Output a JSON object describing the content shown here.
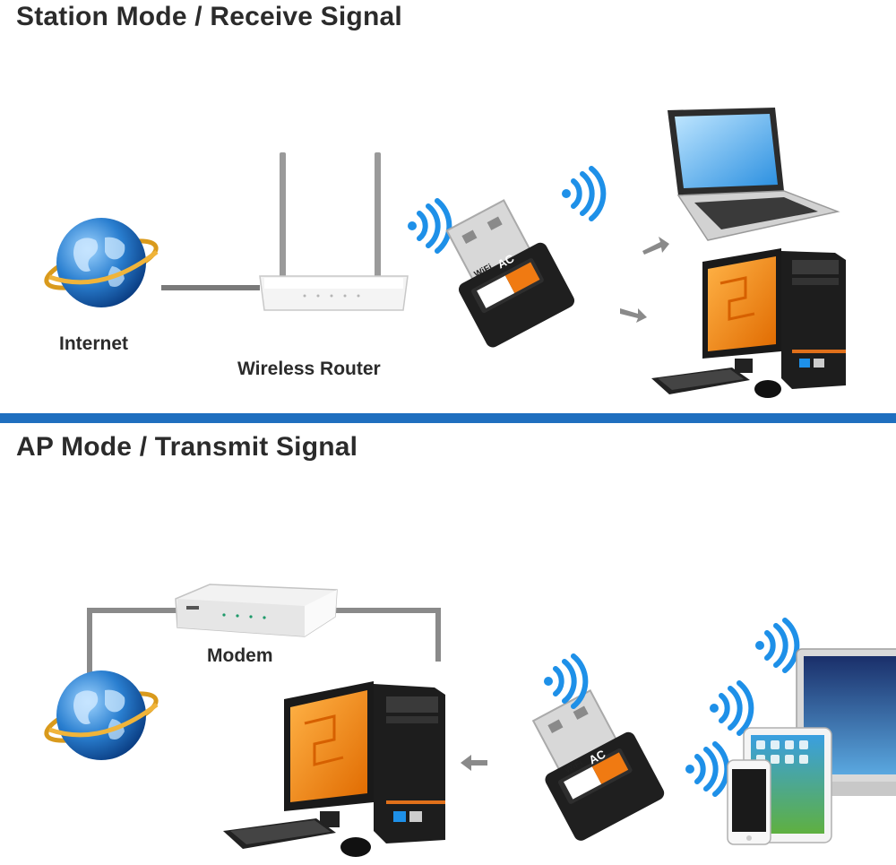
{
  "station": {
    "heading": "Station Mode / Receive Signal",
    "labels": {
      "internet": "Internet",
      "router": "Wireless Router"
    }
  },
  "ap": {
    "heading": "AP Mode / Transmit Signal",
    "labels": {
      "modem": "Modem"
    }
  },
  "adapter": {
    "badge_wifi": "WiFi",
    "badge_ac": "AC"
  },
  "colors": {
    "divider": "#1f6fbf",
    "signal": "#1e90e8",
    "globe": "#2a7fd0",
    "ring": "#e0a020",
    "screen_orange": "#f08a1a"
  },
  "icons": [
    "globe-icon",
    "router-icon",
    "usb-adapter-icon",
    "wifi-signal-icon",
    "arrow-icon",
    "laptop-icon",
    "desktop-pc-icon",
    "modem-icon",
    "tablet-icon",
    "phone-icon"
  ]
}
